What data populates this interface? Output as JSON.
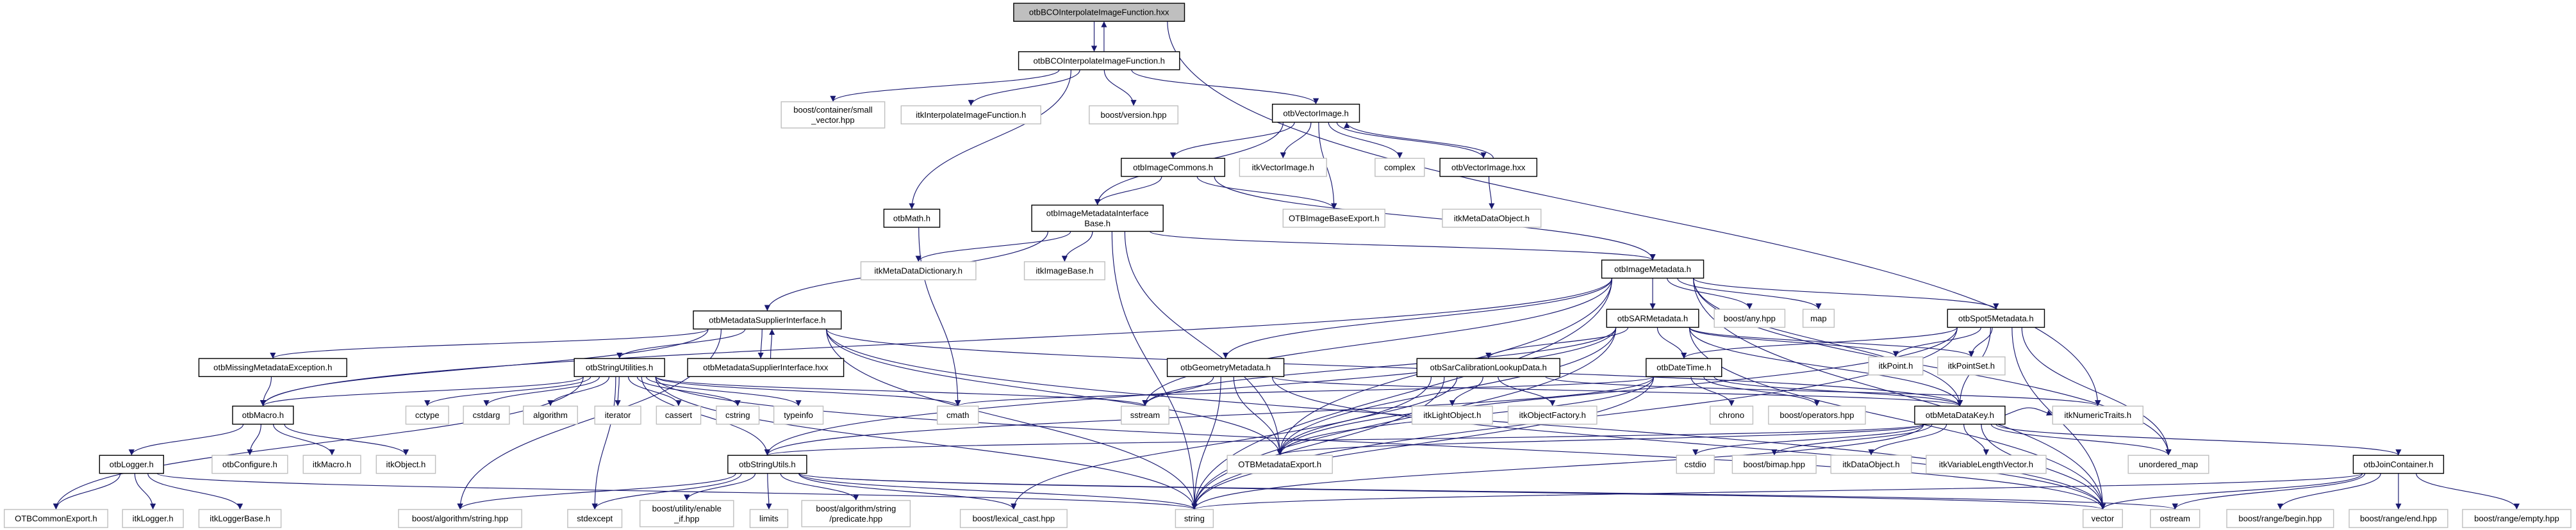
{
  "colors": {
    "edge": "#191970",
    "root_fill": "#bfbfbf",
    "documented_border": "#000000",
    "undocumented_border": "#bfbfbf",
    "node_fill": "#ffffff"
  },
  "graph": {
    "nodes": [
      {
        "lines": [
          "otbBCOInterpolateImageFunction.hxx"
        ],
        "documented": true,
        "root": true
      },
      {
        "lines": [
          "otbBCOInterpolateImageFunction.h"
        ],
        "documented": true
      },
      {
        "lines": [
          "boost/container/small",
          "_vector.hpp"
        ],
        "documented": false
      },
      {
        "lines": [
          "itkInterpolateImageFunction.h"
        ],
        "documented": false
      },
      {
        "lines": [
          "boost/version.hpp"
        ],
        "documented": false
      },
      {
        "lines": [
          "otbVectorImage.h"
        ],
        "documented": true
      },
      {
        "lines": [
          "otbImageCommons.h"
        ],
        "documented": true
      },
      {
        "lines": [
          "itkVectorImage.h"
        ],
        "documented": false
      },
      {
        "lines": [
          "complex"
        ],
        "documented": false
      },
      {
        "lines": [
          "otbVectorImage.hxx"
        ],
        "documented": true
      },
      {
        "lines": [
          "otbMath.h"
        ],
        "documented": true
      },
      {
        "lines": [
          "otbImageMetadataInterface",
          "Base.h"
        ],
        "documented": true
      },
      {
        "lines": [
          "OTBImageBaseExport.h"
        ],
        "documented": false
      },
      {
        "lines": [
          "itkMetaDataObject.h"
        ],
        "documented": false
      },
      {
        "lines": [
          "itkMetaDataDictionary.h"
        ],
        "documented": false
      },
      {
        "lines": [
          "itkImageBase.h"
        ],
        "documented": false
      },
      {
        "lines": [
          "otbImageMetadata.h"
        ],
        "documented": true
      },
      {
        "lines": [
          "otbMetadataSupplierInterface.h"
        ],
        "documented": true
      },
      {
        "lines": [
          "otbSARMetadata.h"
        ],
        "documented": true
      },
      {
        "lines": [
          "boost/any.hpp"
        ],
        "documented": false
      },
      {
        "lines": [
          "map"
        ],
        "documented": false
      },
      {
        "lines": [
          "otbSpot5Metadata.h"
        ],
        "documented": true
      },
      {
        "lines": [
          "otbMissingMetadataException.h"
        ],
        "documented": true
      },
      {
        "lines": [
          "otbStringUtilities.h"
        ],
        "documented": true
      },
      {
        "lines": [
          "otbMetadataSupplierInterface.hxx"
        ],
        "documented": true
      },
      {
        "lines": [
          "otbGeometryMetadata.h"
        ],
        "documented": true
      },
      {
        "lines": [
          "otbSarCalibrationLookupData.h"
        ],
        "documented": true
      },
      {
        "lines": [
          "otbDateTime.h"
        ],
        "documented": true
      },
      {
        "lines": [
          "itkPoint.h"
        ],
        "documented": false
      },
      {
        "lines": [
          "itkPointSet.h"
        ],
        "documented": false
      },
      {
        "lines": [
          "otbMacro.h"
        ],
        "documented": true
      },
      {
        "lines": [
          "cctype"
        ],
        "documented": false
      },
      {
        "lines": [
          "cstdarg"
        ],
        "documented": false
      },
      {
        "lines": [
          "algorithm"
        ],
        "documented": false
      },
      {
        "lines": [
          "iterator"
        ],
        "documented": false
      },
      {
        "lines": [
          "cassert"
        ],
        "documented": false
      },
      {
        "lines": [
          "cstring"
        ],
        "documented": false
      },
      {
        "lines": [
          "typeinfo"
        ],
        "documented": false
      },
      {
        "lines": [
          "cmath"
        ],
        "documented": false
      },
      {
        "lines": [
          "sstream"
        ],
        "documented": false
      },
      {
        "lines": [
          "itkLightObject.h"
        ],
        "documented": false
      },
      {
        "lines": [
          "itkObjectFactory.h"
        ],
        "documented": false
      },
      {
        "lines": [
          "chrono"
        ],
        "documented": false
      },
      {
        "lines": [
          "boost/operators.hpp"
        ],
        "documented": false
      },
      {
        "lines": [
          "otbMetaDataKey.h"
        ],
        "documented": true
      },
      {
        "lines": [
          "itkNumericTraits.h"
        ],
        "documented": false
      },
      {
        "lines": [
          "otbLogger.h"
        ],
        "documented": true
      },
      {
        "lines": [
          "otbConfigure.h"
        ],
        "documented": false
      },
      {
        "lines": [
          "itkMacro.h"
        ],
        "documented": false
      },
      {
        "lines": [
          "itkObject.h"
        ],
        "documented": false
      },
      {
        "lines": [
          "otbStringUtils.h"
        ],
        "documented": true
      },
      {
        "lines": [
          "OTBMetadataExport.h"
        ],
        "documented": false
      },
      {
        "lines": [
          "cstdio"
        ],
        "documented": false
      },
      {
        "lines": [
          "boost/bimap.hpp"
        ],
        "documented": false
      },
      {
        "lines": [
          "itkDataObject.h"
        ],
        "documented": false
      },
      {
        "lines": [
          "itkVariableLengthVector.h"
        ],
        "documented": false
      },
      {
        "lines": [
          "unordered_map"
        ],
        "documented": false
      },
      {
        "lines": [
          "otbJoinContainer.h"
        ],
        "documented": true
      },
      {
        "lines": [
          "OTBCommonExport.h"
        ],
        "documented": false
      },
      {
        "lines": [
          "itkLogger.h"
        ],
        "documented": false
      },
      {
        "lines": [
          "itkLoggerBase.h"
        ],
        "documented": false
      },
      {
        "lines": [
          "boost/algorithm/string.hpp"
        ],
        "documented": false
      },
      {
        "lines": [
          "stdexcept"
        ],
        "documented": false
      },
      {
        "lines": [
          "boost/utility/enable",
          "_if.hpp"
        ],
        "documented": false
      },
      {
        "lines": [
          "limits"
        ],
        "documented": false
      },
      {
        "lines": [
          "boost/algorithm/string",
          "/predicate.hpp"
        ],
        "documented": false
      },
      {
        "lines": [
          "boost/lexical_cast.hpp"
        ],
        "documented": false
      },
      {
        "lines": [
          "string"
        ],
        "documented": false
      },
      {
        "lines": [
          "vector"
        ],
        "documented": false
      },
      {
        "lines": [
          "ostream"
        ],
        "documented": false
      },
      {
        "lines": [
          "boost/range/begin.hpp"
        ],
        "documented": false
      },
      {
        "lines": [
          "boost/range/end.hpp"
        ],
        "documented": false
      },
      {
        "lines": [
          "boost/range/empty.hpp"
        ],
        "documented": false
      }
    ],
    "edges": [
      [
        0,
        1
      ],
      [
        1,
        0
      ],
      [
        0,
        45
      ],
      [
        1,
        2
      ],
      [
        1,
        3
      ],
      [
        1,
        4
      ],
      [
        1,
        5
      ],
      [
        1,
        10
      ],
      [
        5,
        6
      ],
      [
        5,
        7
      ],
      [
        5,
        8
      ],
      [
        5,
        9
      ],
      [
        5,
        12
      ],
      [
        5,
        11
      ],
      [
        9,
        5
      ],
      [
        9,
        13
      ],
      [
        6,
        11
      ],
      [
        6,
        12
      ],
      [
        6,
        16
      ],
      [
        10,
        38
      ],
      [
        11,
        14
      ],
      [
        11,
        15
      ],
      [
        11,
        17
      ],
      [
        11,
        16
      ],
      [
        11,
        51
      ],
      [
        11,
        67
      ],
      [
        16,
        18
      ],
      [
        16,
        19
      ],
      [
        16,
        20
      ],
      [
        16,
        21
      ],
      [
        16,
        25
      ],
      [
        16,
        44
      ],
      [
        16,
        51
      ],
      [
        16,
        67
      ],
      [
        16,
        68
      ],
      [
        16,
        56
      ],
      [
        16,
        30
      ],
      [
        16,
        39
      ],
      [
        17,
        22
      ],
      [
        17,
        23
      ],
      [
        17,
        24
      ],
      [
        17,
        51
      ],
      [
        17,
        67
      ],
      [
        17,
        68
      ],
      [
        17,
        44
      ],
      [
        17,
        61
      ],
      [
        17,
        30
      ],
      [
        24,
        17
      ],
      [
        22,
        30
      ],
      [
        23,
        30
      ],
      [
        23,
        31
      ],
      [
        23,
        32
      ],
      [
        23,
        33
      ],
      [
        23,
        34
      ],
      [
        23,
        35
      ],
      [
        23,
        36
      ],
      [
        23,
        37
      ],
      [
        23,
        38
      ],
      [
        23,
        39
      ],
      [
        23,
        50
      ],
      [
        23,
        67
      ],
      [
        23,
        68
      ],
      [
        23,
        62
      ],
      [
        23,
        58
      ],
      [
        30,
        46
      ],
      [
        30,
        47
      ],
      [
        30,
        48
      ],
      [
        30,
        49
      ],
      [
        46,
        58
      ],
      [
        46,
        59
      ],
      [
        46,
        60
      ],
      [
        46,
        67
      ],
      [
        50,
        62
      ],
      [
        50,
        63
      ],
      [
        50,
        64
      ],
      [
        50,
        65
      ],
      [
        50,
        66
      ],
      [
        50,
        67
      ],
      [
        50,
        68
      ],
      [
        50,
        61
      ],
      [
        50,
        69
      ],
      [
        25,
        39
      ],
      [
        25,
        51
      ],
      [
        25,
        67
      ],
      [
        25,
        44
      ],
      [
        25,
        68
      ],
      [
        18,
        26
      ],
      [
        18,
        27
      ],
      [
        18,
        28
      ],
      [
        18,
        29
      ],
      [
        18,
        39
      ],
      [
        18,
        51
      ],
      [
        18,
        67
      ],
      [
        18,
        44
      ],
      [
        18,
        68
      ],
      [
        18,
        50
      ],
      [
        26,
        40
      ],
      [
        26,
        41
      ],
      [
        26,
        51
      ],
      [
        26,
        67
      ],
      [
        26,
        66
      ],
      [
        26,
        45
      ],
      [
        27,
        42
      ],
      [
        27,
        43
      ],
      [
        27,
        51
      ],
      [
        27,
        67
      ],
      [
        27,
        50
      ],
      [
        27,
        38
      ],
      [
        27,
        44
      ],
      [
        21,
        27
      ],
      [
        21,
        28
      ],
      [
        21,
        29
      ],
      [
        21,
        51
      ],
      [
        21,
        44
      ],
      [
        21,
        67
      ],
      [
        21,
        68
      ],
      [
        21,
        56
      ],
      [
        44,
        51
      ],
      [
        44,
        52
      ],
      [
        44,
        53
      ],
      [
        44,
        54
      ],
      [
        44,
        55
      ],
      [
        44,
        56
      ],
      [
        44,
        57
      ],
      [
        44,
        68
      ],
      [
        44,
        67
      ],
      [
        44,
        50
      ],
      [
        44,
        45
      ],
      [
        57,
        70
      ],
      [
        57,
        71
      ],
      [
        57,
        72
      ],
      [
        57,
        69
      ],
      [
        57,
        67
      ],
      [
        57,
        68
      ]
    ]
  }
}
